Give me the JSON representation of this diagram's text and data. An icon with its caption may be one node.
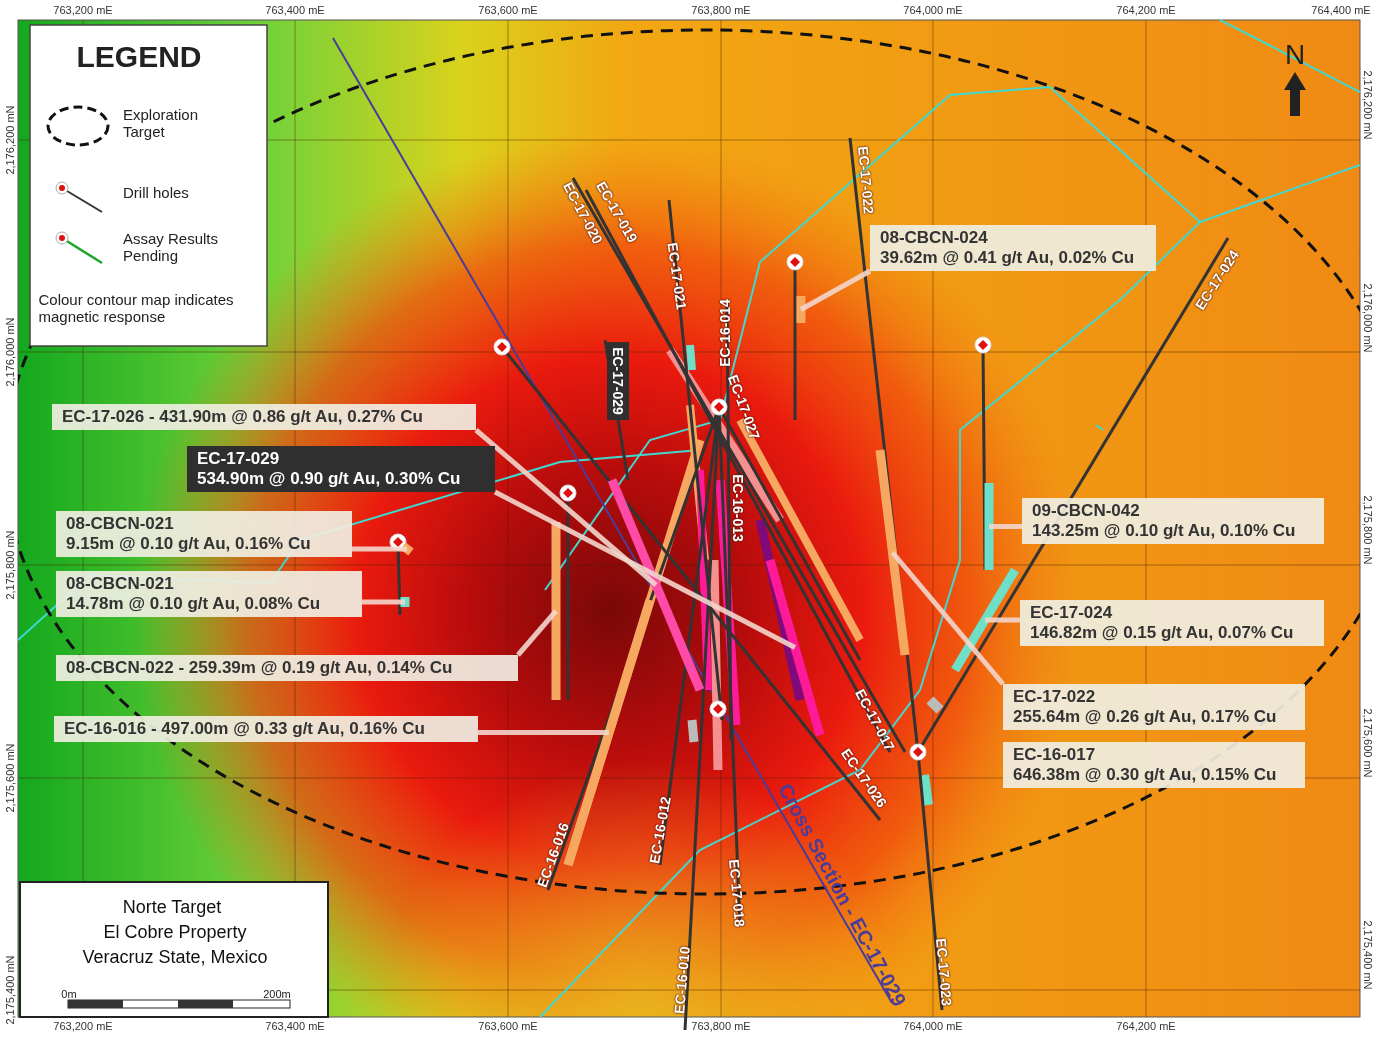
{
  "diagram": {
    "nodes": [
      {
        "text": [
          "EC-17-026  -  431.90m @ 0.86 g/t Au, 0.27% Cu"
        ]
      },
      {
        "text": [
          "EC-17-029",
          "534.90m @ 0.90 g/t Au, 0.30% Cu"
        ]
      },
      {
        "text": [
          "08-CBCN-021",
          "9.15m @ 0.10 g/t Au, 0.16% Cu"
        ]
      },
      {
        "text": [
          "08-CBCN-021",
          "14.78m @ 0.10 g/t Au, 0.08% Cu"
        ]
      },
      {
        "text": [
          "08-CBCN-022  -  259.39m @ 0.19 g/t Au, 0.14% Cu"
        ]
      },
      {
        "text": [
          "EC-16-016  -  497.00m @ 0.33 g/t Au, 0.16% Cu"
        ]
      },
      {
        "text": [
          "08-CBCN-024",
          "39.62m @ 0.41 g/t Au, 0.02% Cu"
        ]
      },
      {
        "text": [
          "09-CBCN-042",
          "143.25m @ 0.10 g/t Au, 0.10% Cu"
        ]
      },
      {
        "text": [
          "EC-17-024",
          "146.82m @ 0.15 g/t Au, 0.07% Cu"
        ]
      },
      {
        "text": [
          "EC-17-022",
          "255.64m @ 0.26 g/t Au, 0.17% Cu"
        ]
      },
      {
        "text": [
          "EC-16-017",
          "646.38m @ 0.30 g/t Au, 0.15% Cu"
        ]
      },
      {
        "text": [],
        "shape": "bar"
      },
      {
        "text": [],
        "shape": "bar"
      },
      {
        "text": [],
        "shape": "bar"
      },
      {
        "text": [],
        "shape": "bar"
      },
      {
        "text": [],
        "shape": "bar"
      },
      {
        "text": [],
        "shape": "bar"
      },
      {
        "text": [],
        "shape": "bar"
      },
      {
        "text": [],
        "shape": "bar"
      },
      {
        "text": [],
        "shape": "bar"
      },
      {
        "text": [],
        "shape": "bar"
      }
    ],
    "edges": [
      {
        "from": 0,
        "to": 11,
        "arrow": "none"
      },
      {
        "from": 1,
        "to": 12,
        "arrow": "none"
      },
      {
        "from": 2,
        "to": 13,
        "arrow": "none"
      },
      {
        "from": 3,
        "to": 14,
        "arrow": "none"
      },
      {
        "from": 4,
        "to": 15,
        "arrow": "none"
      },
      {
        "from": 5,
        "to": 16,
        "arrow": "none"
      },
      {
        "from": 6,
        "to": 17,
        "arrow": "none"
      },
      {
        "from": 7,
        "to": 18,
        "arrow": "none"
      },
      {
        "from": 8,
        "to": 19,
        "arrow": "none"
      },
      {
        "from": 9,
        "to": 20,
        "arrow": "none"
      }
    ],
    "labels": [
      "763,200 mE",
      "763,400 mE",
      "763,600 mE",
      "763,800 mE",
      "764,000 mE",
      "764,200 mE",
      "764,400 mE",
      "LEGEND",
      "Colour contour map indicates magnetic response",
      "N",
      "2,176,200 mN",
      "2,176,000 mN",
      "2,175,800 mN",
      "2,175,600 mN",
      "2,175,400 mN",
      "2,176,200 mN",
      "2,176,000 mN",
      "2,175,800 mN",
      "2,175,600 mN",
      "2,175,400 mN",
      "EC-17-020",
      "EC-17-019",
      "EC-17-022",
      "EC-17-021",
      "EC-17-024",
      "EC-16-014",
      "EC-17-029",
      "EC-17-027",
      "EC-16-013",
      "EC-17-017",
      "EC-17-026",
      "EC-16-016",
      "EC-16-012",
      "EC-17-018",
      "Cross Section - EC-17-029",
      "EC-16-010",
      "EC-17-023",
      "Norte Target",
      "El Cobre Property",
      "Veracruz State, Mexico",
      "0m",
      "200m",
      "763,200 mE",
      "763,400 mE",
      "763,600 mE",
      "763,800 mE",
      "764,000 mE",
      "764,200 mE"
    ],
    "legend": [
      {
        "text": "Exploration Target"
      },
      {
        "text": "Drill holes"
      },
      {
        "text": "Assay Results Pending"
      }
    ]
  }
}
